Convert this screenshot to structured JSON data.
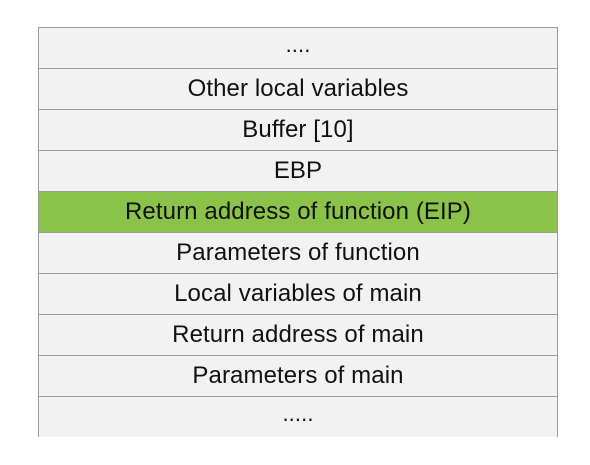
{
  "stack": {
    "rows": [
      {
        "label": "....",
        "kind": "dots"
      },
      {
        "label": "Other local variables",
        "kind": "normal"
      },
      {
        "label": "Buffer [10]",
        "kind": "normal"
      },
      {
        "label": "EBP",
        "kind": "normal"
      },
      {
        "label": "Return address of function (EIP)",
        "kind": "highlight"
      },
      {
        "label": "Parameters of function",
        "kind": "normal"
      },
      {
        "label": "Local variables of main",
        "kind": "normal"
      },
      {
        "label": "Return address of main",
        "kind": "normal"
      },
      {
        "label": "Parameters of main",
        "kind": "normal"
      },
      {
        "label": ".....",
        "kind": "dots"
      }
    ]
  },
  "colors": {
    "cell_background": "#f2f2f2",
    "highlight": "#8bc34a",
    "border": "#9b9b9b",
    "text": "#111111"
  }
}
